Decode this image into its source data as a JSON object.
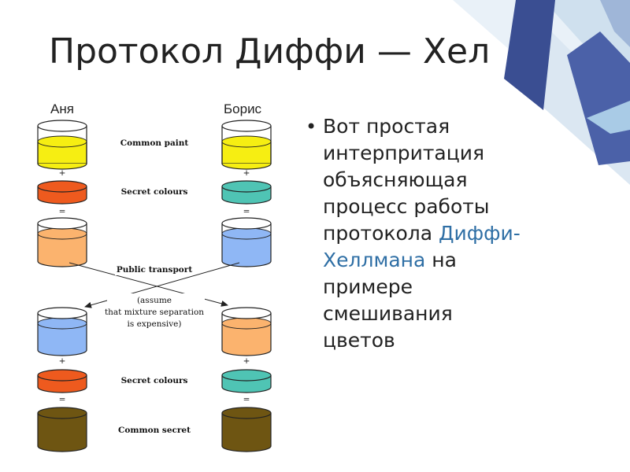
{
  "slide": {
    "title": "Протокол Диффи — Хеллмана",
    "bullet": {
      "lines": [
        [
          {
            "t": "Вот простая"
          }
        ],
        [
          {
            "t": "интерпритация"
          }
        ],
        [
          {
            "t": "объясняющая"
          }
        ],
        [
          {
            "t": "процесс работы"
          }
        ],
        [
          {
            "t": "протокола "
          },
          {
            "t": "Диффи-",
            "hl": true
          }
        ],
        [
          {
            "t": "Хеллмана",
            "hl": true
          },
          {
            "t": " на"
          }
        ],
        [
          {
            "t": "примере"
          }
        ],
        [
          {
            "t": "смешивания"
          }
        ],
        [
          {
            "t": "цветов"
          }
        ]
      ],
      "link_color": "#2f6fa5"
    }
  },
  "figure": {
    "persons": {
      "left": "Аня",
      "right": "Борис"
    },
    "labels": {
      "common_paint": "Common paint",
      "secret_colours_1": "Secret colours",
      "public_transport": "Public transport",
      "assume_1": "(assume",
      "assume_2": "that mixture separation",
      "assume_3": "is expensive)",
      "secret_colours_2": "Secret colours",
      "common_secret": "Common secret"
    },
    "operators": {
      "plus": "+",
      "equals": "="
    },
    "colors": {
      "common_paint": "#f6ee12",
      "secret_anya": "#ee5a1e",
      "secret_boris": "#4fc4b4",
      "mix_anya": "#fbb36e",
      "mix_boris": "#8fb7f5",
      "common_secret": "#6e5512"
    }
  }
}
